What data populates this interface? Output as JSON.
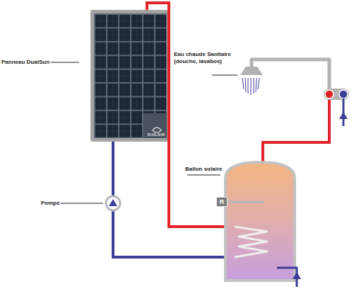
{
  "diagram": {
    "nodes": [
      {
        "text": [
          "R"
        ]
      }
    ],
    "labels": [
      "Panneau DualSun",
      "Pompe",
      "Ballon solaire",
      "Eau chaude Sanitaire (douche, lavabos)",
      "DUALSUN"
    ]
  }
}
